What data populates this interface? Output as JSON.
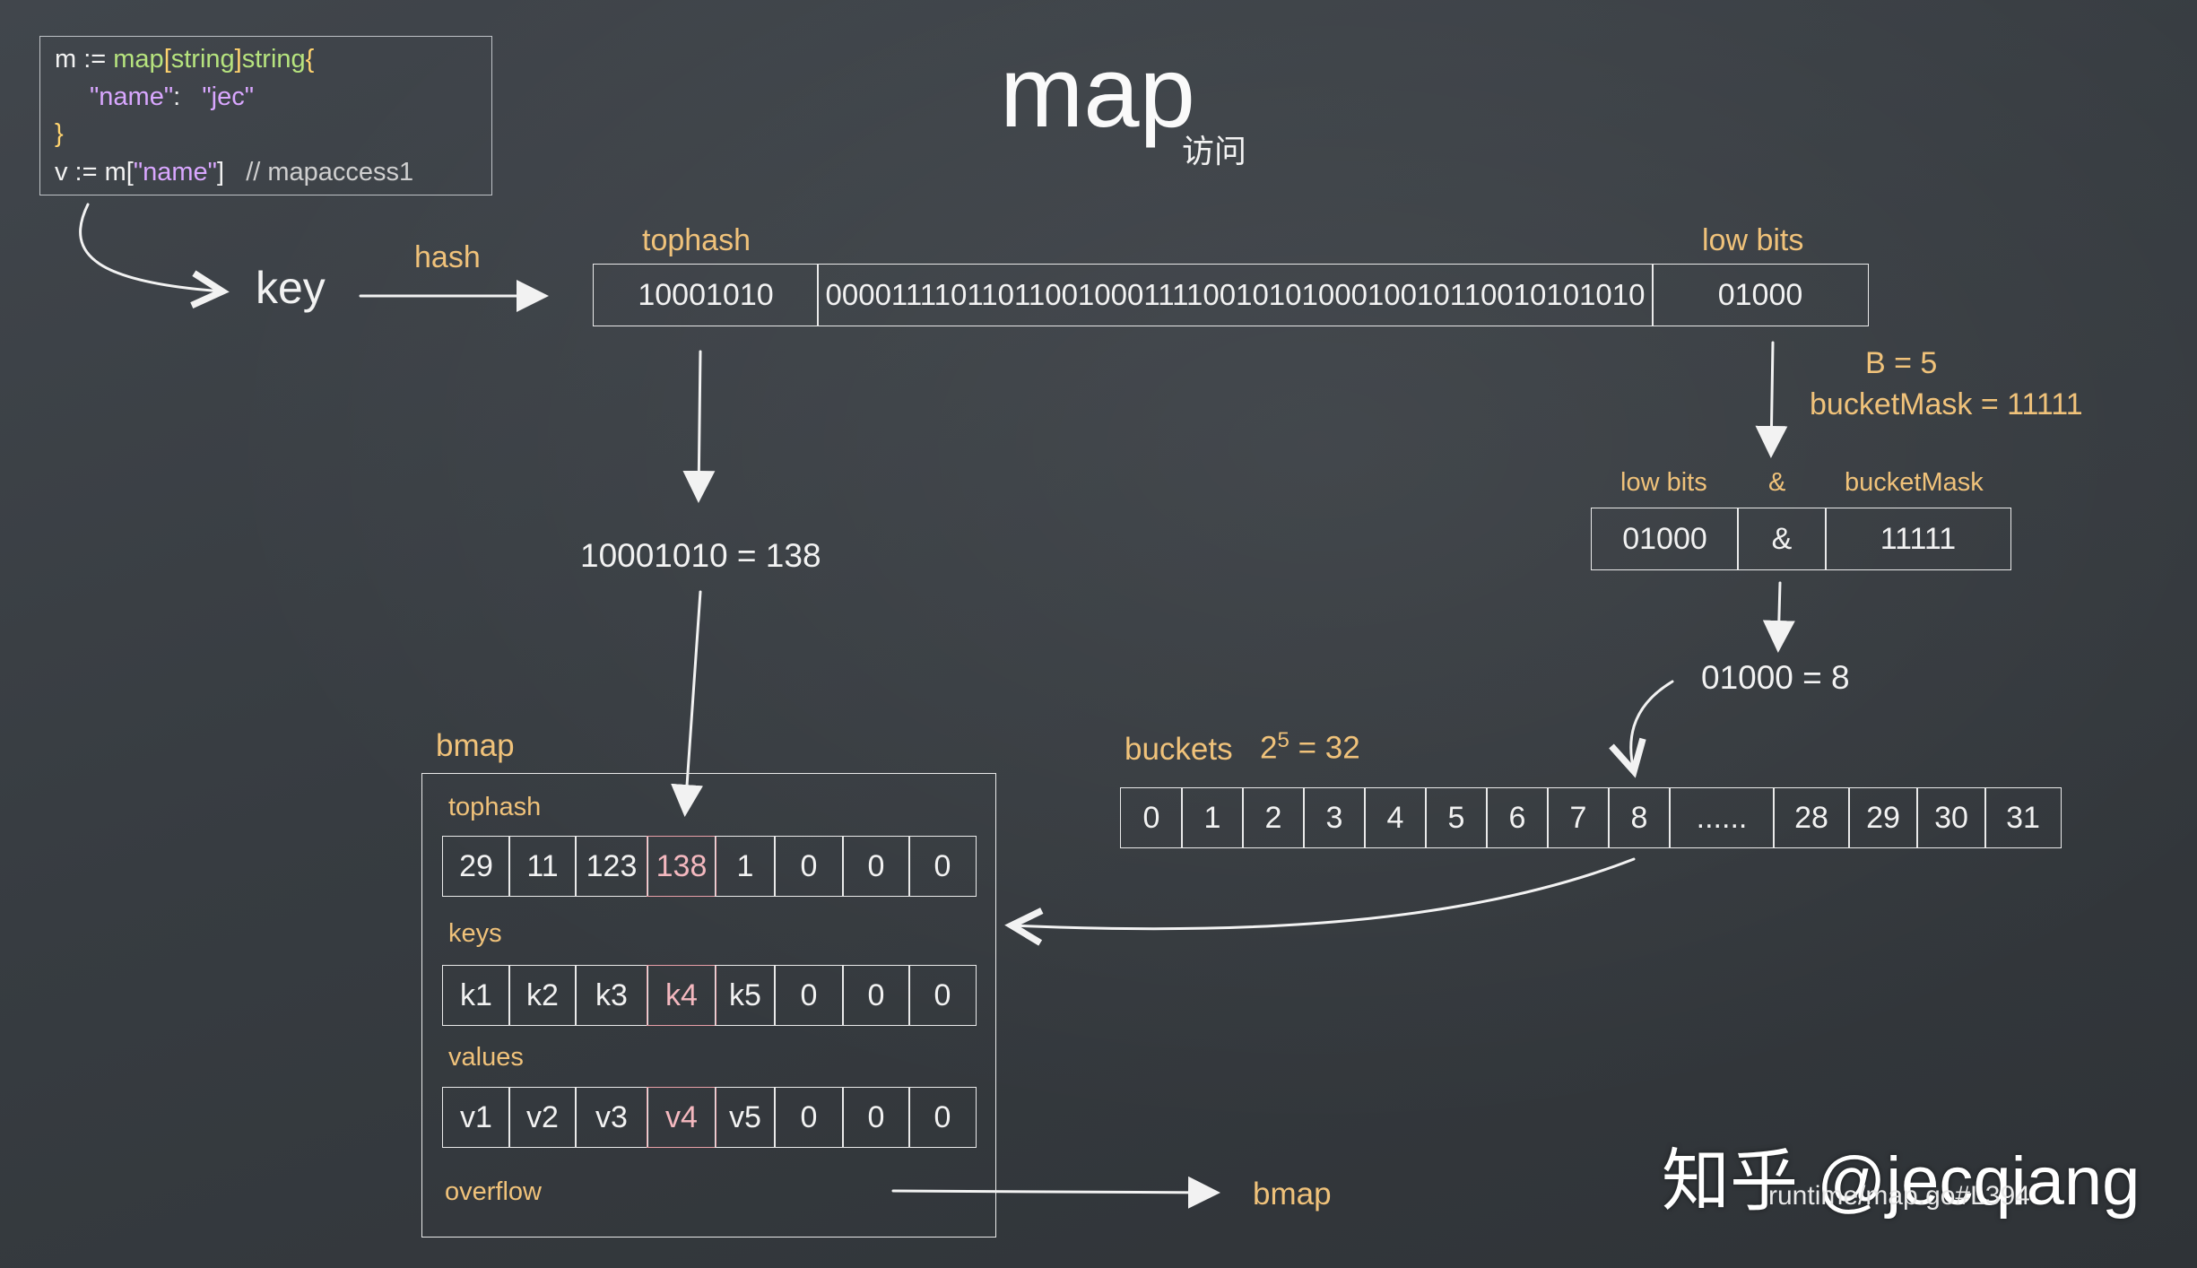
{
  "title": "map",
  "subtitle": "访问",
  "code": {
    "l1_a": "m := ",
    "l1_b": "map",
    "l1_c": "[",
    "l1_d": "string",
    "l1_e": "]",
    "l1_f": "string",
    "l1_g": "{",
    "l2_a": "\"name\"",
    "l2_b": ":",
    "l2_c": "\"jec\"",
    "l3": "}",
    "l4_a": "v := m[",
    "l4_b": "\"name\"",
    "l4_c": "]",
    "l4_d": "// mapaccess1"
  },
  "key_label": "key",
  "hash_label": "hash",
  "hash_row": {
    "tophash_label": "tophash",
    "lowbits_label": "low bits",
    "tophash": "10001010",
    "middle": "0000111101101100100011110010101000100101100101010 10",
    "lowbits": "01000"
  },
  "b_eq": "B = 5",
  "bucketmask_eq": "bucketMask = 11111",
  "and_table": {
    "h1": "low bits",
    "h2": "&",
    "h3": "bucketMask",
    "v1": "01000",
    "v2": "&",
    "v3": "11111"
  },
  "result_bucket": "01000 = 8",
  "tophash_value": "10001010 = 138",
  "buckets": {
    "label": "buckets",
    "pow_base": "2",
    "pow_exp": "5",
    "pow_rest": "= 32",
    "cells": [
      "0",
      "1",
      "2",
      "3",
      "4",
      "5",
      "6",
      "7",
      "8",
      "......",
      "28",
      "29",
      "30",
      "31"
    ]
  },
  "bmap": {
    "title": "bmap",
    "tophash_label": "tophash",
    "tophash": [
      "29",
      "11",
      "123",
      "138",
      "1",
      "0",
      "0",
      "0"
    ],
    "keys_label": "keys",
    "keys": [
      "k1",
      "k2",
      "k3",
      "k4",
      "k5",
      "0",
      "0",
      "0"
    ],
    "values_label": "values",
    "values": [
      "v1",
      "v2",
      "v3",
      "v4",
      "v5",
      "0",
      "0",
      "0"
    ],
    "overflow_label": "overflow",
    "overflow_target": "bmap"
  },
  "watermark": "知乎 @jecqiang",
  "source": "runtime/map.go#L394",
  "colors": {
    "accent": "#f0c27a",
    "highlight": "#e8a0a8",
    "code_green": "#b6e37e",
    "code_purple": "#d9a7ff",
    "code_yellow": "#ffd36e"
  }
}
